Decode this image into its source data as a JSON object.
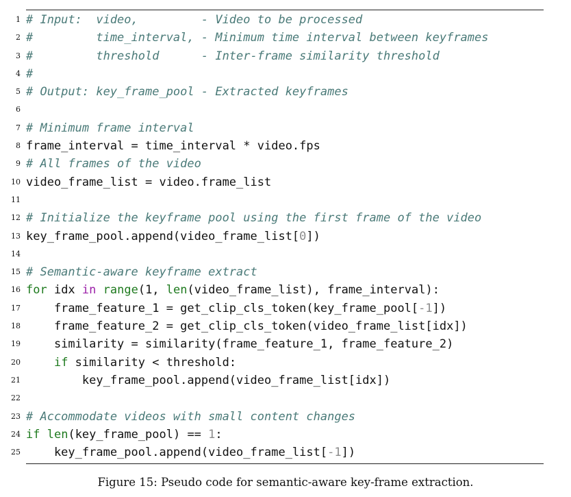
{
  "code_lines": [
    [
      {
        "t": "# Input:  video,         - Video to be processed",
        "c": "c"
      }
    ],
    [
      {
        "t": "#         time_interval, - Minimum time interval between keyframes",
        "c": "c"
      }
    ],
    [
      {
        "t": "#         threshold      - Inter-frame similarity threshold",
        "c": "c"
      }
    ],
    [
      {
        "t": "#",
        "c": "c"
      }
    ],
    [
      {
        "t": "# Output: key_frame_pool - Extracted keyframes",
        "c": "c"
      }
    ],
    [],
    [
      {
        "t": "# Minimum frame interval",
        "c": "c"
      }
    ],
    [
      {
        "t": "frame_interval = time_interval * video.fps",
        "c": ""
      }
    ],
    [
      {
        "t": "# All frames of the video",
        "c": "c"
      }
    ],
    [
      {
        "t": "video_frame_list = video.frame_list",
        "c": ""
      }
    ],
    [],
    [
      {
        "t": "# Initialize the keyframe pool using the first frame of the video",
        "c": "c"
      }
    ],
    [
      {
        "t": "key_frame_pool.append(video_frame_list[",
        "c": ""
      },
      {
        "t": "0",
        "c": "n"
      },
      {
        "t": "])",
        "c": ""
      }
    ],
    [],
    [
      {
        "t": "# Semantic-aware keyframe extract",
        "c": "c"
      }
    ],
    [
      {
        "t": "for",
        "c": "k"
      },
      {
        "t": " idx ",
        "c": ""
      },
      {
        "t": "in",
        "c": "o"
      },
      {
        "t": " ",
        "c": ""
      },
      {
        "t": "range",
        "c": "b"
      },
      {
        "t": "(1, ",
        "c": ""
      },
      {
        "t": "len",
        "c": "b"
      },
      {
        "t": "(video_frame_list), frame_interval):",
        "c": ""
      }
    ],
    [
      {
        "t": "    frame_feature_1 = get_clip_cls_token(key_frame_pool[",
        "c": ""
      },
      {
        "t": "-1",
        "c": "n"
      },
      {
        "t": "])",
        "c": ""
      }
    ],
    [
      {
        "t": "    frame_feature_2 = get_clip_cls_token(video_frame_list[idx])",
        "c": ""
      }
    ],
    [
      {
        "t": "    similarity = similarity(frame_feature_1, frame_feature_2)",
        "c": ""
      }
    ],
    [
      {
        "t": "    ",
        "c": ""
      },
      {
        "t": "if",
        "c": "k"
      },
      {
        "t": " similarity < threshold:",
        "c": ""
      }
    ],
    [
      {
        "t": "        key_frame_pool.append(video_frame_list[idx])",
        "c": ""
      }
    ],
    [],
    [
      {
        "t": "# Accommodate videos with small content changes",
        "c": "c"
      }
    ],
    [
      {
        "t": "if",
        "c": "k"
      },
      {
        "t": " ",
        "c": ""
      },
      {
        "t": "len",
        "c": "b"
      },
      {
        "t": "(key_frame_pool) == ",
        "c": ""
      },
      {
        "t": "1",
        "c": "n"
      },
      {
        "t": ":",
        "c": ""
      }
    ],
    [
      {
        "t": "    key_frame_pool.append(video_frame_list[",
        "c": ""
      },
      {
        "t": "-1",
        "c": "n"
      },
      {
        "t": "])",
        "c": ""
      }
    ]
  ],
  "line_numbers": [
    "1",
    "2",
    "3",
    "4",
    "5",
    "6",
    "7",
    "8",
    "9",
    "10",
    "11",
    "12",
    "13",
    "14",
    "15",
    "16",
    "17",
    "18",
    "19",
    "20",
    "21",
    "22",
    "23",
    "24",
    "25"
  ],
  "caption": "Figure 15: Pseudo code for semantic-aware key-frame extraction."
}
